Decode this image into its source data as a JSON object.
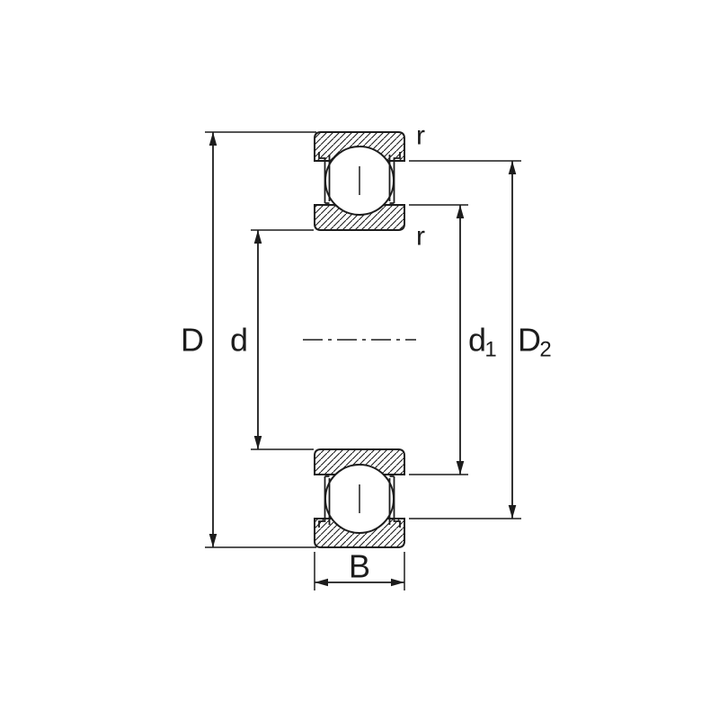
{
  "diagram": {
    "labels": {
      "outer_diameter": "D",
      "bore_diameter": "d",
      "d1_main": "d",
      "d1_sub": "1",
      "d2_main": "D",
      "d2_sub": "2",
      "width": "B",
      "corner_radius_outer": "r",
      "corner_radius_inner": "r"
    },
    "colors": {
      "line": "#1c1c1c",
      "background": "#ffffff"
    }
  }
}
